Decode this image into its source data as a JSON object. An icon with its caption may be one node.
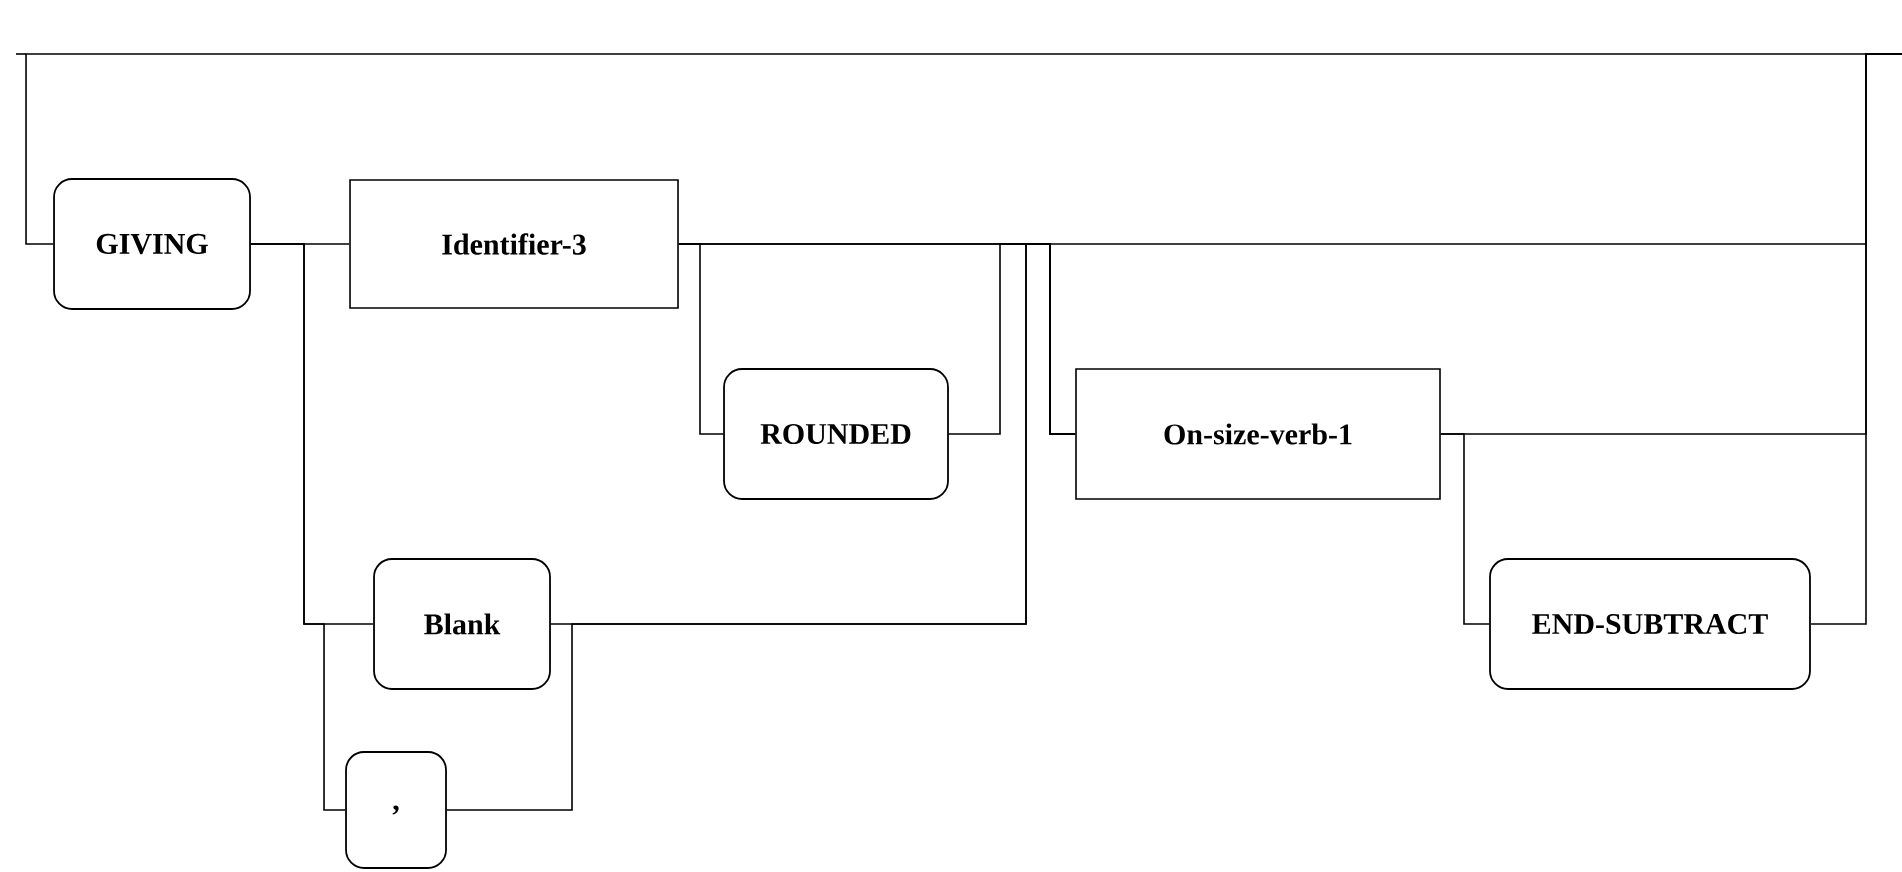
{
  "diagram": {
    "nodes": [
      {
        "text": [
          "GIVING"
        ]
      },
      {
        "text": [
          "Identifier-3"
        ]
      },
      {
        "text": [
          "ROUNDED"
        ]
      },
      {
        "text": [
          "Blank"
        ]
      },
      {
        "text": [
          ","
        ]
      },
      {
        "text": [
          "On-size-verb-1"
        ]
      },
      {
        "text": [
          "END-SUBTRACT"
        ]
      }
    ],
    "edges": [
      {
        "from": 0,
        "to": 1,
        "arrow": "none"
      },
      {
        "from": 0,
        "to": 3,
        "arrow": "none"
      },
      {
        "from": 0,
        "to": 4,
        "arrow": "none"
      },
      {
        "from": 1,
        "to": 2,
        "arrow": "none"
      },
      {
        "from": 1,
        "to": 5,
        "arrow": "none"
      },
      {
        "from": 2,
        "to": 5,
        "arrow": "none"
      },
      {
        "from": 3,
        "to": 5,
        "arrow": "none"
      },
      {
        "from": 4,
        "to": 5,
        "arrow": "none"
      },
      {
        "from": 5,
        "to": 6,
        "arrow": "none"
      },
      {
        "from": 1,
        "to": null,
        "arrow": "none"
      },
      {
        "from": 5,
        "to": null,
        "arrow": "none"
      },
      {
        "from": 6,
        "to": null,
        "arrow": "none"
      },
      {
        "from": null,
        "to": 0,
        "arrow": "none"
      }
    ]
  }
}
